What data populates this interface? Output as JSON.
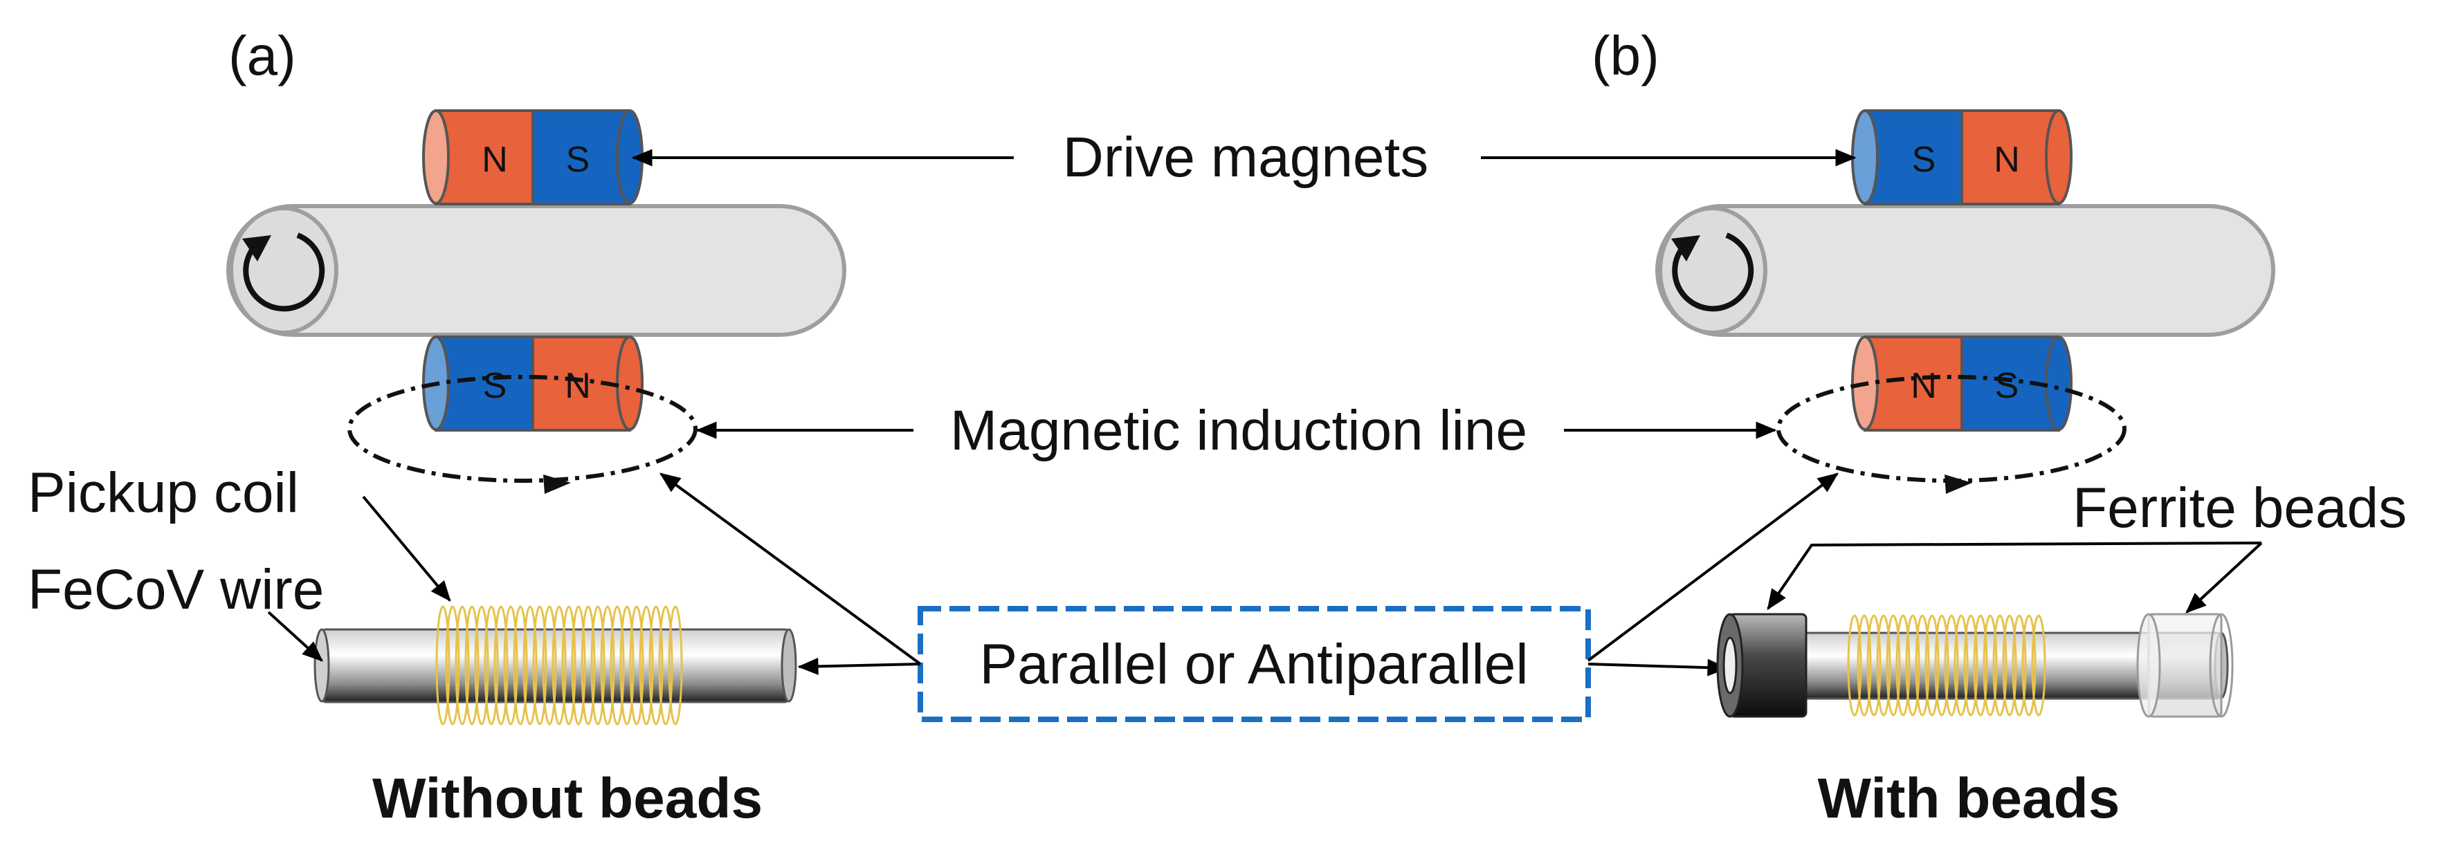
{
  "panels": {
    "a": {
      "label": "(a)",
      "caption": "Without beads"
    },
    "b": {
      "label": "(b)",
      "caption": "With beads"
    }
  },
  "labels": {
    "drive_magnets": "Drive magnets",
    "magnetic_induction_line": "Magnetic induction line",
    "pickup_coil": "Pickup coil",
    "fecov_wire": "FeCoV wire",
    "ferrite_beads": "Ferrite beads",
    "parallel_or_antiparallel": "Parallel or Antiparallel"
  },
  "magnet_poles": {
    "a_top": [
      "N",
      "S"
    ],
    "a_bottom": [
      "S",
      "N"
    ],
    "b_top": [
      "S",
      "N"
    ],
    "b_bottom": [
      "N",
      "S"
    ]
  },
  "colors": {
    "north": "#e8623b",
    "south": "#1565c0",
    "rod": "#e3e3e3",
    "coil": "#e6c24a",
    "dashed_box": "#1a6fc4",
    "bead": "#2b2b2b"
  },
  "icons": [
    "rotation-arrow-icon",
    "arrow-icon"
  ]
}
